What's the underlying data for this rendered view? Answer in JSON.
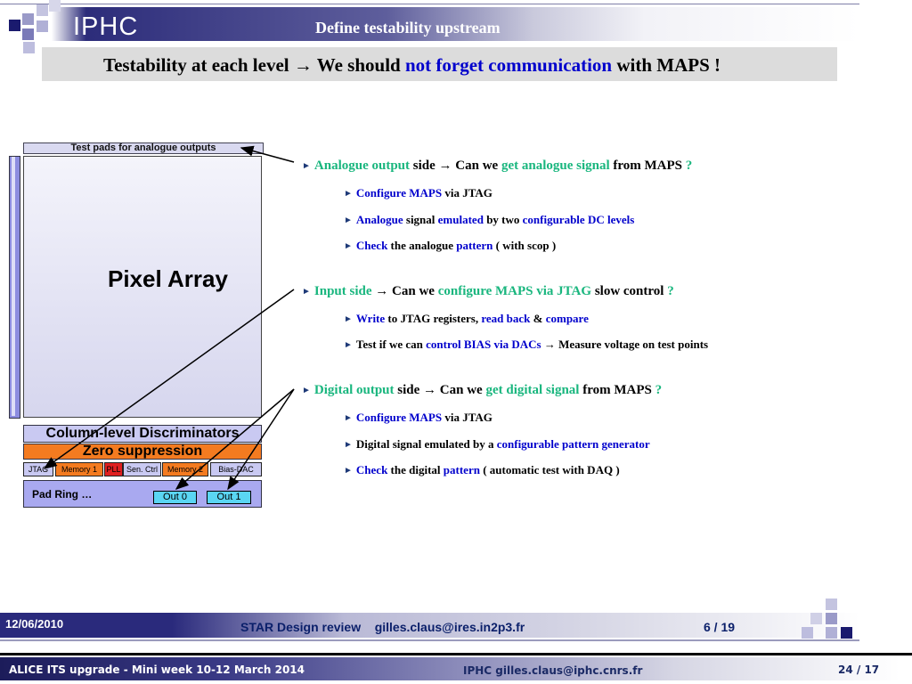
{
  "header": {
    "logo": "IPHC",
    "title": "Define testability upstream"
  },
  "subtitle": {
    "part1": "Testability at each level ",
    "arrow": "→",
    "part2": " We should ",
    "highlight": "not forget communication",
    "part3": " with MAPS !"
  },
  "chip": {
    "test_pads": "Test pads for analogue outputs",
    "pixel_array": "Pixel Array",
    "discriminators": "Column-level Discriminators",
    "zero_suppression": "Zero suppression",
    "blocks": [
      "JTAG",
      "Memory 1",
      "PLL",
      "Sen. Ctrl",
      "Memory 2",
      "Bias-DAC"
    ],
    "pad_ring": "Pad Ring …",
    "out0": "Out 0",
    "out1": "Out 1",
    "colors": {
      "discriminators": "#c9c9f2",
      "zero_suppression": "#f47b20",
      "memory": "#f47b20",
      "pll": "#e02020",
      "outputs": "#5ad6f3",
      "pad_ring": "#a9a9f0"
    }
  },
  "analogue": {
    "h_teal1": "Analogue output",
    "h_text1": " side ",
    "arrow": "→",
    "h_text2": " Can we ",
    "h_teal2": "get analogue signal",
    "h_text3": " from MAPS ",
    "h_q": "?",
    "b1": {
      "blue1": "Configure MAPS",
      "text1": " via JTAG"
    },
    "b2": {
      "blue1": "Analogue",
      "text1": " signal ",
      "blue2": "emulated",
      "text2": " by two ",
      "blue3": "configurable DC levels"
    },
    "b3": {
      "blue1": "Check",
      "text1": " the analogue ",
      "blue2": "pattern",
      "text2": " ( with ",
      "text3": "scop",
      "text4": " )"
    }
  },
  "input": {
    "h_teal1": "Input side",
    "arrow": "→",
    "h_text1": " Can we ",
    "h_teal2": "configure MAPS via JTAG",
    "h_text2": " slow control ",
    "h_q": "?",
    "b1": {
      "blue1": "Write",
      "text1": " to JTAG registers, ",
      "blue2": "read back",
      "text2": " & ",
      "blue3": "compare"
    },
    "b2": {
      "text1": "Test if we can ",
      "blue1": "control BIAS via ",
      "blue2": "DACs",
      "arrow": "→",
      "text2": " Measure voltage on test points"
    }
  },
  "digital": {
    "h_teal1": "Digital output",
    "h_text1": " side ",
    "arrow": "→",
    "h_text2": " Can we ",
    "h_teal2": "get digital signal",
    "h_text3": " from MAPS ",
    "h_q": "?",
    "b1": {
      "blue1": "Configure MAPS",
      "text1": " via JTAG"
    },
    "b2": {
      "text1": "Digital signal emulated by a ",
      "blue1": "configurable pattern generator"
    },
    "b3": {
      "blue1": "Check",
      "text1": " the digital ",
      "blue2": "pattern",
      "text2": " ( automatic test with DAQ )"
    }
  },
  "footer_inner": {
    "date": "12/06/2010",
    "title": "STAR Design review",
    "email": "gilles.claus@ires.in2p3.fr",
    "page": "6 / 19"
  },
  "footer_outer": {
    "left": "ALICE ITS upgrade - Mini week 10-12 March 2014",
    "middle": "IPHC  gilles.claus@iphc.cnrs.fr",
    "page": "24 / 17"
  }
}
